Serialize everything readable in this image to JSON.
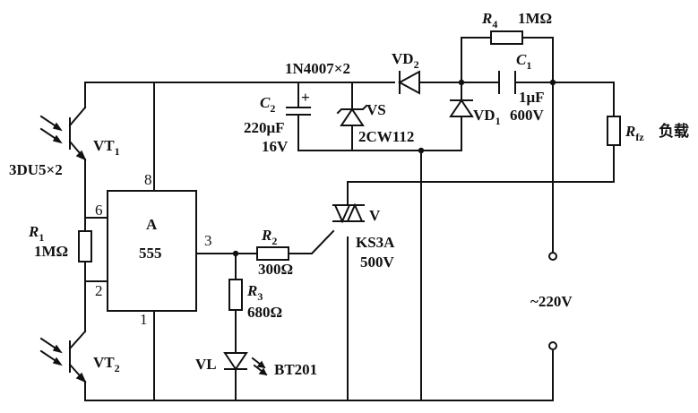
{
  "labels": {
    "r4": "R",
    "r4_sub": "4",
    "r4_value": "1MΩ",
    "c1": "C",
    "c1_sub": "1",
    "c1_value_a": "1μF",
    "c1_value_b": "600V",
    "diode_pair": "1N4007×2",
    "vd2": "VD",
    "vd2_sub": "2",
    "vd1": "VD",
    "vd1_sub": "1",
    "c2": "C",
    "c2_sub": "2",
    "c2_value_a": "220μF",
    "c2_value_b": "16V",
    "c2_plus": "+",
    "vs": "VS",
    "vs_part": "2CW112",
    "rfz": "R",
    "rfz_sub": "fz",
    "load": "负载",
    "vt1": "VT",
    "vt1_sub": "1",
    "vt_part": "3DU5×2",
    "vt2": "VT",
    "vt2_sub": "2",
    "ic_name": "A",
    "ic_type": "555",
    "pin8": "8",
    "pin6": "6",
    "pin2": "2",
    "pin3": "3",
    "pin1": "1",
    "r1": "R",
    "r1_sub": "1",
    "r1_value": "1MΩ",
    "r2": "R",
    "r2_sub": "2",
    "r2_value": "300Ω",
    "r3": "R",
    "r3_sub": "3",
    "r3_value": "680Ω",
    "triac": "V",
    "triac_part": "KS3A",
    "triac_rating": "500V",
    "led": "VL",
    "led_part": "BT201",
    "mains": "~220V"
  }
}
